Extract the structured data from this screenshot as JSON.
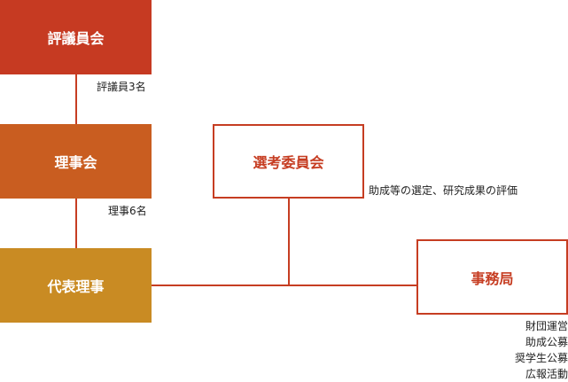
{
  "colors": {
    "council": "#c63a22",
    "board": "#c95d20",
    "representative": "#c98b23",
    "outline": "#c63d22",
    "outline_text": "#c63d22"
  },
  "boxes": {
    "council": "評議員会",
    "board": "理事会",
    "representative": "代表理事",
    "selection_committee": "選考委員会",
    "secretariat": "事務局"
  },
  "notes": {
    "council_members": "評議員3名",
    "board_members": "理事6名",
    "selection_duties": "助成等の選定、研究成果の評価",
    "secretariat_duties": [
      "財団運営",
      "助成公募",
      "奨学生公募",
      "広報活動"
    ]
  }
}
